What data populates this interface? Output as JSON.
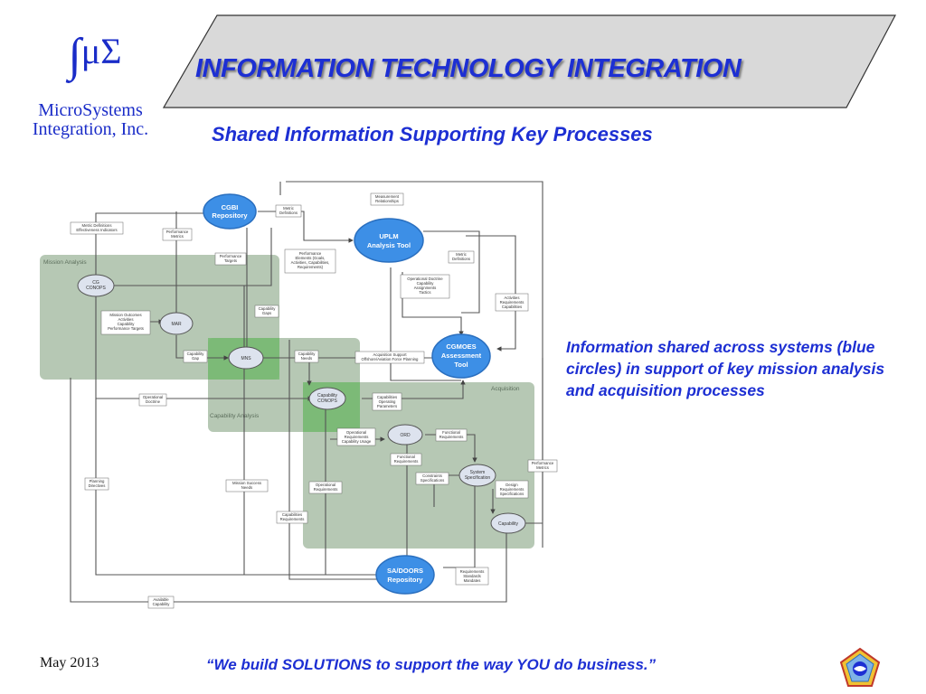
{
  "logo": {
    "symbol_integral": "∫",
    "symbol_mu_sigma": "μΣ",
    "company_line1": "MicroSystems",
    "company_line2": "Integration, Inc."
  },
  "header": {
    "title": "INFORMATION TECHNOLOGY INTEGRATION",
    "subtitle": "Shared Information Supporting Key Processes"
  },
  "diagram": {
    "regions": {
      "mission_analysis": "Mission Analysis",
      "capability_analysis": "Capability Analysis",
      "acquisition": "Acquisition"
    },
    "systems": {
      "cgbi": [
        "CGBI",
        "Repository"
      ],
      "uplm": [
        "UPLM",
        "Analysis Tool"
      ],
      "cgmoes": [
        "CGMOES",
        "Assessment",
        "Tool"
      ],
      "sadoors": [
        "SA/DOORS",
        "Repository"
      ]
    },
    "processes": {
      "cg_conops": [
        "CG",
        "CONOPS"
      ],
      "mar": "MAR",
      "mns": "MNS",
      "capability_conops": [
        "Capability",
        "CONOPS"
      ],
      "ord": "ORD",
      "system_specification": [
        "System",
        "Specification"
      ],
      "capability": "Capability"
    },
    "labels": {
      "measurement_relationships": [
        "Measurement",
        "Relationships"
      ],
      "metric_definitions_top": [
        "Metric",
        "Definitions"
      ],
      "metric_definitions_effectiveness": [
        "Metric Definitions",
        "Effectiveness Indicators"
      ],
      "performance_metrics_left": [
        "Performance",
        "Metrics"
      ],
      "performance_targets": [
        "Performance",
        "Targets"
      ],
      "performance_elements": [
        "Performance",
        "Elements (Goals,",
        "Activities, Capabilities,",
        "Requirements)"
      ],
      "metric_definitions_right": [
        "Metric",
        "Definitions"
      ],
      "operational_doctrine_tactics": [
        "Operational Doctrine",
        "Capability",
        "Assignments",
        "Tactics"
      ],
      "activities_requirements": [
        "Activities",
        "Requirements",
        "Capabilities"
      ],
      "mission_outcomes": [
        "Mission Outcomes",
        "Activities",
        "Capability",
        "Performance Targets"
      ],
      "capability_gaps": [
        "Capability",
        "Gaps"
      ],
      "capability_gap": [
        "Capability",
        "Gap"
      ],
      "capability_needs": [
        "Capability",
        "Needs"
      ],
      "acquisition_support": [
        "Acquisition Support",
        "Offshore/Aviation Force Planning"
      ],
      "operational_doctrine": [
        "Operational",
        "Doctrine"
      ],
      "capabilities_operating_parameters": [
        "Capabilities",
        "Operating",
        "Parameters"
      ],
      "operational_requirements_usage": [
        "Operational",
        "Requirements",
        "Capability Usage"
      ],
      "functional_requirements_a": [
        "Functional",
        "Requirements"
      ],
      "functional_requirements_b": [
        "Functional",
        "Requirements"
      ],
      "constraints_specifications": [
        "Constraints",
        "Specifications"
      ],
      "performance_metrics_right": [
        "Performance",
        "Metrics"
      ],
      "design_requirements": [
        "Design",
        "Requirements",
        "Specifications"
      ],
      "planning_directives": [
        "Planning",
        "Directives"
      ],
      "mission_success_needs": [
        "Mission Success",
        "Needs"
      ],
      "operational_requirements": [
        "Operational",
        "Requirements"
      ],
      "capabilities_requirements": [
        "Capabilities",
        "Requirements"
      ],
      "requirements_standards": [
        "Requirements",
        "Standards",
        "Mandates"
      ],
      "available_capability": [
        "Available",
        "Capability"
      ]
    }
  },
  "side_note": "Information shared across systems (blue circles) in support of key mission analysis and acquisition processes",
  "footer": {
    "date": "May 2013",
    "slogan": "“We build SOLUTIONS to support the way YOU do business.”"
  },
  "colors": {
    "title_blue": "#1d2fd3",
    "logo_blue": "#1a2cc8",
    "system_circle": "#3d8fe6",
    "region_green": "#9db59b",
    "overlap_green": "#6fba6a"
  },
  "icons": {
    "emblem": "pentagon-emblem-icon"
  }
}
